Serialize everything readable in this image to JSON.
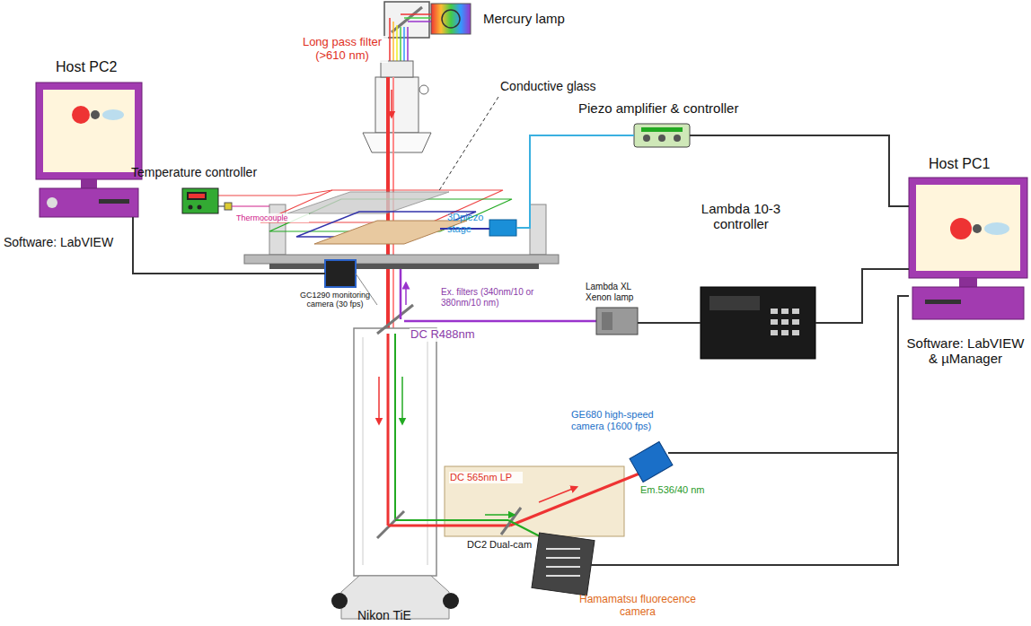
{
  "diagram": {
    "nodes": [
      {
        "text": [
          "Mercury lamp"
        ]
      },
      {
        "text": [
          "Temperature controller"
        ]
      },
      {
        "text": [
          "Host PC2",
          "Software: LabVIEW"
        ]
      },
      {
        "text": [
          "Piezo amplifier & controller"
        ]
      },
      {
        "text": [
          "3Dpiezo stage"
        ]
      },
      {
        "text": [
          "GC1290 monitoring camera (30 fps)"
        ]
      },
      {
        "text": [
          "Lambda XL Xenon lamp"
        ]
      },
      {
        "text": [
          "Lambda 10-3 controller"
        ]
      },
      {
        "text": [
          "Host PC1",
          "Software: LabVIEW & µManager"
        ]
      },
      {
        "text": [
          "GE680 high-speed camera (1600 fps)"
        ]
      },
      {
        "text": [
          "DC2 Dual-cam"
        ]
      },
      {
        "text": [
          "Hamamatsu fluorecence camera"
        ]
      },
      {
        "text": [
          "Nikon TiE"
        ]
      }
    ],
    "edges": [
      {
        "from": 2,
        "to": 5,
        "arrow": "none"
      },
      {
        "from": 3,
        "to": 4,
        "arrow": "none"
      },
      {
        "from": 3,
        "to": 8,
        "arrow": "none"
      },
      {
        "from": 6,
        "to": 7,
        "arrow": "none"
      },
      {
        "from": 7,
        "to": 8,
        "arrow": "none"
      },
      {
        "from": 9,
        "to": 8,
        "arrow": "none"
      },
      {
        "from": 11,
        "to": 8,
        "arrow": "none"
      }
    ],
    "labels": [
      "Long pass filter (>610 nm)",
      "Conductive glass",
      "Thermocouple",
      "DC R488nm",
      "Ex. filters (340nm/10 or 380nm/10 nm)",
      "DC 565nm LP",
      "Em.536/40 nm"
    ]
  }
}
